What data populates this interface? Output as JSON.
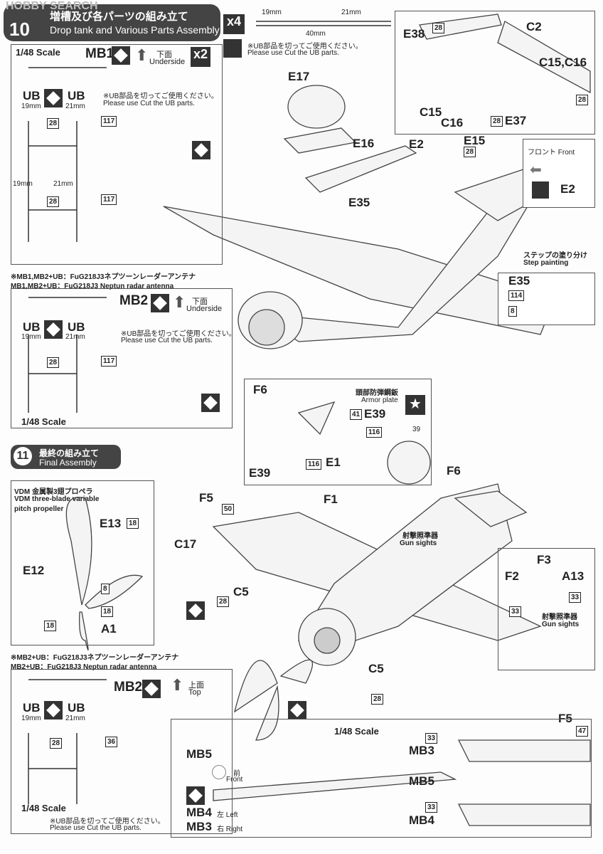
{
  "watermark": "HOBBY SEARCH",
  "step10": {
    "number": "10",
    "title_jp": "増槽及び各パーツの組み立て",
    "title_en": "Drop tank and Various Parts Assembly"
  },
  "ub_guide": {
    "multiplier": "x4",
    "len1": "19mm",
    "len2": "21mm",
    "total": "40mm",
    "note_jp": "※UB部品を切ってご使用ください。",
    "note_en": "Please use Cut the UB parts."
  },
  "panel1": {
    "scale": "1/48 Scale",
    "part": "MB1",
    "side_jp": "下面",
    "side_en": "Underside",
    "multiplier": "x2",
    "ub": "UB",
    "ub1": "19mm",
    "ub2": "21mm",
    "note_jp": "※UB部品を切ってご使用ください。",
    "note_en": "Please use Cut the UB parts.",
    "c1": "28",
    "c2": "28",
    "c3": "117",
    "c4": "117",
    "d1": "19mm",
    "d2": "21mm"
  },
  "note1": {
    "jp": "※MB1,MB2+UB：FuG218J3ネプツーンレーダーアンテナ",
    "en": "MB1,MB2+UB：FuG218J3 Neptun radar antenna"
  },
  "panel2": {
    "part": "MB2",
    "side_jp": "下面",
    "side_en": "Underside",
    "ub": "UB",
    "ub1": "19mm",
    "ub2": "21mm",
    "note_jp": "※UB部品を切ってご使用ください。",
    "note_en": "Please use Cut the UB parts.",
    "c1": "28",
    "c2": "117",
    "scale": "1/48 Scale"
  },
  "parts_box": {
    "e38": "E38",
    "c38": "28",
    "c2": "C2",
    "c15c16": "C15,C16",
    "c15": "C15",
    "c16": "C16",
    "e37": "E37",
    "ca": "28",
    "cb": "28"
  },
  "main_parts": {
    "e17": "E17",
    "e16": "E16",
    "e2": "E2",
    "e15": "E15",
    "e15c": "28",
    "e35": "E35"
  },
  "front_box": {
    "label": "フロント Front",
    "part": "E2"
  },
  "step_paint": {
    "jp": "ステップの塗り分け",
    "en": "Step painting",
    "part": "E35",
    "c1": "114",
    "c2": "8"
  },
  "armor_box": {
    "f6": "F6",
    "jp": "頭部防弾鋼鈑",
    "en": "Armor plate",
    "e39": "E39",
    "c41": "41",
    "c116": "116",
    "c39": "39",
    "c116b": "116",
    "e1": "E1",
    "e39b": "E39"
  },
  "step11": {
    "number": "11",
    "title_jp": "最終の組み立て",
    "title_en": "Final Assembly"
  },
  "prop_box": {
    "jp": "VDM 金属製3翅プロペラ",
    "en1": "VDM three-blade variable",
    "en2": "pitch propeller",
    "e13": "E13",
    "c18": "18",
    "e12": "E12",
    "c8": "8",
    "c18b": "18",
    "c18c": "18",
    "a1": "A1"
  },
  "final_parts": {
    "f5": "F5",
    "c50": "50",
    "c17": "C17",
    "f1": "F1",
    "f6": "F6",
    "gs_jp": "射撃照準器",
    "gs_en": "Gun sights",
    "c5": "C5",
    "c28": "28",
    "c5b": "C5",
    "c28b": "28",
    "f5b": "F5",
    "c47": "47"
  },
  "gun_box": {
    "f3": "F3",
    "f2": "F2",
    "a13": "A13",
    "c33": "33",
    "c33b": "33",
    "jp": "射撃照準器",
    "en": "Gun sights"
  },
  "note2": {
    "jp": "※MB2+UB：FuG218J3ネプツーンレーダーアンテナ",
    "en": "MB2+UB：FuG218J3 Neptun radar antenna"
  },
  "panel3": {
    "part": "MB2",
    "side_jp": "上面",
    "side_en": "Top",
    "ub": "UB",
    "ub1": "19mm",
    "ub2": "21mm",
    "c1": "28",
    "c2": "36",
    "scale": "1/48 Scale",
    "note_jp": "※UB部品を切ってご使用ください。",
    "note_en": "Please use Cut the UB parts."
  },
  "bottom_box": {
    "mb5": "MB5",
    "front_jp": "前",
    "front_en": "Front",
    "mb4": "MB4",
    "left": "左 Left",
    "mb3": "MB3",
    "right": "右 Right",
    "scale": "1/48 Scale",
    "mb3b": "MB3",
    "c33": "33",
    "mb5b": "MB5",
    "mb4b": "MB4",
    "c33b": "33"
  }
}
